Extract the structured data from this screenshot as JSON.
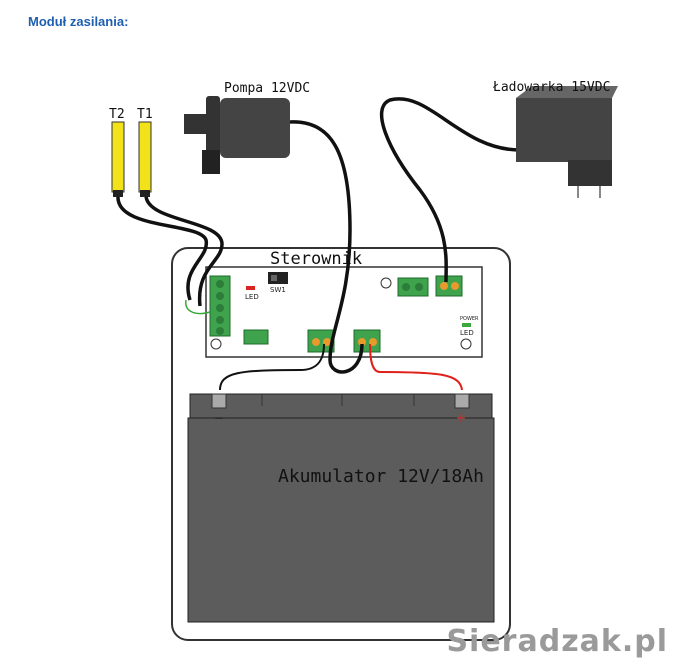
{
  "heading": "Moduł zasilania:",
  "labels": {
    "t2": "T2",
    "t1": "T1",
    "pump": "Pompa 12VDC",
    "charger": "Ładowarka 15VDC",
    "controller": "Sterownik",
    "battery": "Akumulator 12V/18Ah",
    "led": "LED",
    "sw1": "SW1",
    "power": "POWER",
    "power_led": "LED",
    "minus": "−",
    "plus": "+"
  },
  "colors": {
    "heading": "#1f5fb0",
    "sensor": "#f2e21a",
    "battery": "#5c5c5c",
    "terminal": "#3fa34d",
    "wire_red": "#e0201b",
    "wire_black": "#111111",
    "wire_green": "#3aa83a"
  },
  "watermark": "Sieradzak.pl"
}
